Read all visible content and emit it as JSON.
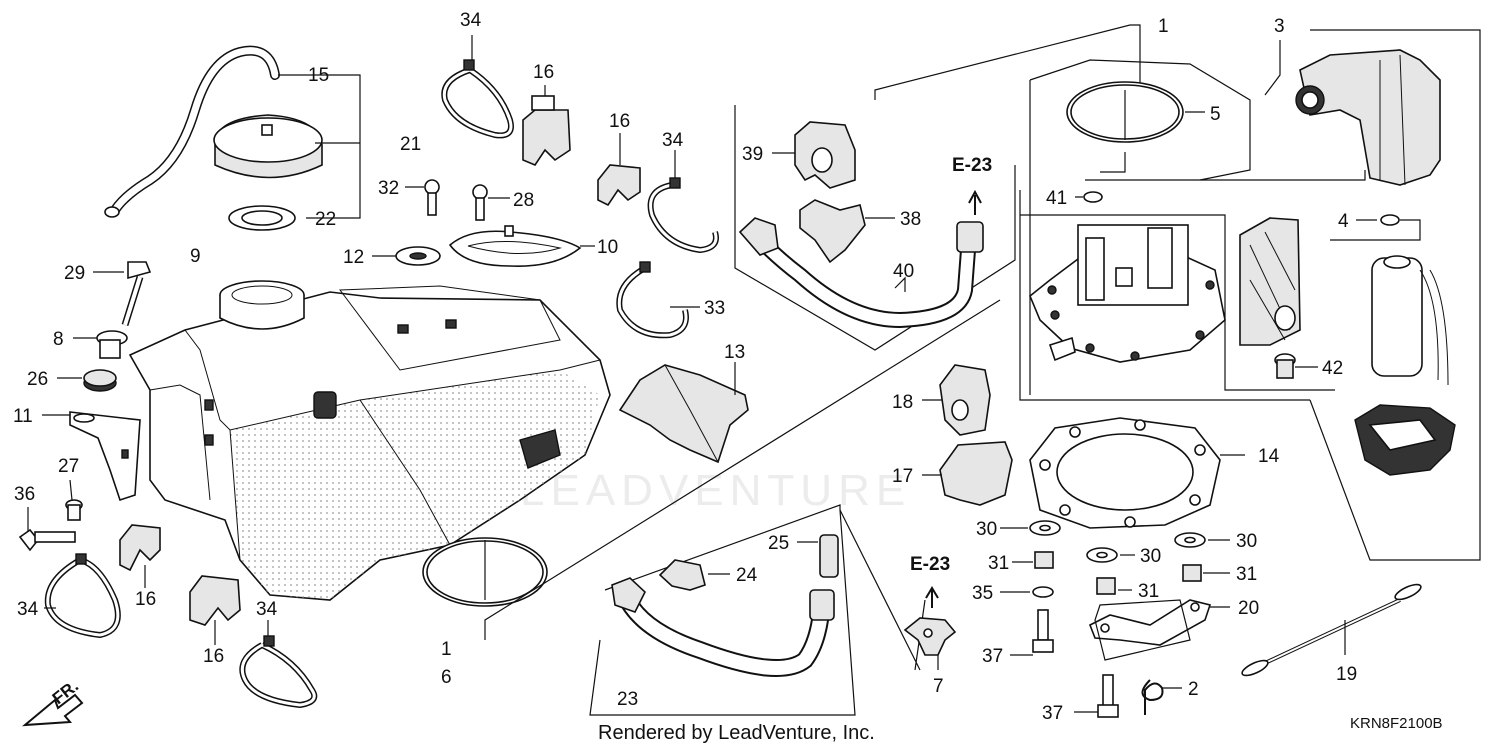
{
  "labels": {
    "p1a": "1",
    "p1b": "1",
    "p2": "2",
    "p3": "3",
    "p4": "4",
    "p5": "5",
    "p6": "6",
    "p7": "7",
    "p8": "8",
    "p9": "9",
    "p10": "10",
    "p11": "11",
    "p12": "12",
    "p13": "13",
    "p14": "14",
    "p15": "15",
    "p16a": "16",
    "p16b": "16",
    "p16c": "16",
    "p16d": "16",
    "p17": "17",
    "p18": "18",
    "p19": "19",
    "p20": "20",
    "p21": "21",
    "p22": "22",
    "p23": "23",
    "p24": "24",
    "p25": "25",
    "p26": "26",
    "p27": "27",
    "p28": "28",
    "p29": "29",
    "p30a": "30",
    "p30b": "30",
    "p30c": "30",
    "p31a": "31",
    "p31b": "31",
    "p31c": "31",
    "p32": "32",
    "p33": "33",
    "p34a": "34",
    "p34b": "34",
    "p34c": "34",
    "p34d": "34",
    "p35": "35",
    "p36": "36",
    "p37a": "37",
    "p37b": "37",
    "p38": "38",
    "p39": "39",
    "p40": "40",
    "p41": "41",
    "p42": "42"
  },
  "refs": {
    "e23_top": "E-23",
    "e23_bottom": "E-23"
  },
  "front_indicator": "FR.",
  "watermark": "LEADVENTURE",
  "footer": {
    "rendered_by": "Rendered by LeadVenture, Inc.",
    "diagram_code": "KRN8F2100B"
  }
}
